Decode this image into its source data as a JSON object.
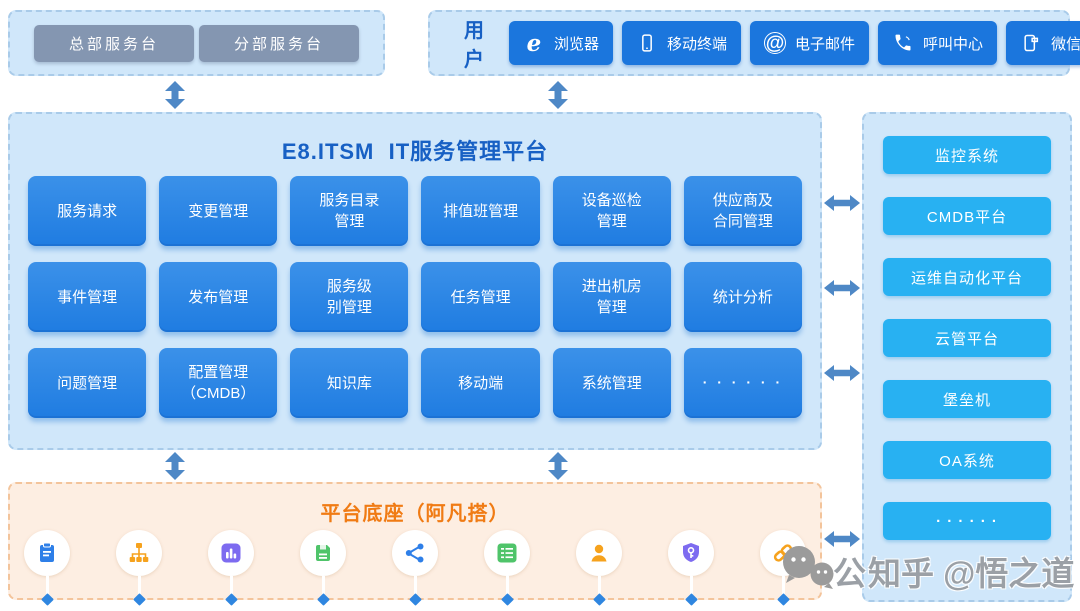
{
  "service_desks": {
    "items": [
      {
        "label": "总部服务台"
      },
      {
        "label": "分部服务台"
      }
    ]
  },
  "users": {
    "label": "用户",
    "channels": [
      {
        "icon": "ie-browser-icon",
        "label": "浏览器"
      },
      {
        "icon": "mobile-icon",
        "label": "移动终端"
      },
      {
        "icon": "email-at-icon",
        "label": "电子邮件"
      },
      {
        "icon": "call-center-icon",
        "label": "呼叫中心"
      },
      {
        "icon": "wechat-phone-icon",
        "label": "微信"
      }
    ]
  },
  "platform": {
    "title": "E8.ITSM  IT服务管理平台",
    "modules": [
      {
        "label": "服务请求"
      },
      {
        "label": "变更管理"
      },
      {
        "label": "服务目录\n管理"
      },
      {
        "label": "排值班管理"
      },
      {
        "label": "设备巡检\n管理"
      },
      {
        "label": "供应商及\n合同管理"
      },
      {
        "label": "事件管理"
      },
      {
        "label": "发布管理"
      },
      {
        "label": "服务级\n别管理"
      },
      {
        "label": "任务管理"
      },
      {
        "label": "进出机房\n管理"
      },
      {
        "label": "统计分析"
      },
      {
        "label": "问题管理"
      },
      {
        "label": "配置管理\n（CMDB）"
      },
      {
        "label": "知识库"
      },
      {
        "label": "移动端"
      },
      {
        "label": "系统管理"
      },
      {
        "label": "· · · · · ·"
      }
    ]
  },
  "external_systems": {
    "items": [
      {
        "label": "监控系统"
      },
      {
        "label": "CMDB平台"
      },
      {
        "label": "运维自动化平台"
      },
      {
        "label": "云管平台"
      },
      {
        "label": "堡垒机"
      },
      {
        "label": "OA系统"
      },
      {
        "label": "· · · · · ·"
      }
    ]
  },
  "base_platform": {
    "title": "平台底座（阿凡搭）",
    "icons": [
      {
        "name": "clipboard-icon",
        "color": "#2e7fe8"
      },
      {
        "name": "org-chart-icon",
        "color": "#f6a21d"
      },
      {
        "name": "bar-chart-icon",
        "color": "#7d6bf0"
      },
      {
        "name": "save-file-icon",
        "color": "#4fc46a"
      },
      {
        "name": "share-nodes-icon",
        "color": "#2e7fe8"
      },
      {
        "name": "form-list-icon",
        "color": "#4fc46a"
      },
      {
        "name": "user-icon",
        "color": "#f6a21d"
      },
      {
        "name": "shield-key-icon",
        "color": "#7d6bf0"
      },
      {
        "name": "link-icon",
        "color": "#f6a21d"
      }
    ]
  },
  "watermark": {
    "prefix": "公",
    "text": "知乎 @悟之道"
  },
  "colors": {
    "panel_blue_bg": "#d0e7fa",
    "panel_blue_border": "#a9cbe9",
    "panel_peach_bg": "#fdeee2",
    "panel_peach_border": "#f3c49b",
    "module_button_blue": "#2583e5",
    "channel_button_blue": "#1b76dd",
    "system_button_cyan": "#28b1f2",
    "desk_button_gray": "#8496b1",
    "title_blue": "#1760c4",
    "title_orange": "#f07b14",
    "arrow_blue": "#4e88c6",
    "diamond_blue": "#2f86e0"
  }
}
